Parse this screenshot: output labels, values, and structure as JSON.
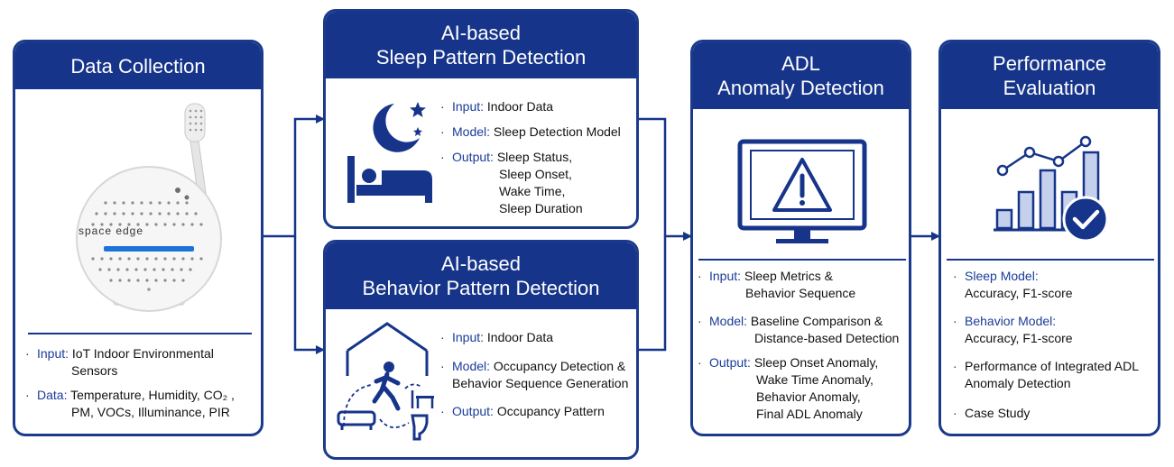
{
  "panels": {
    "data_collection": {
      "title": "Data Collection",
      "device_brand": "space edge",
      "input_label": "Input:",
      "input_text": "IoT Indoor Environmental",
      "input_text2": "Sensors",
      "data_label": "Data:",
      "data_text": "Temperature, Humidity, CO₂ ,",
      "data_text2": "PM, VOCs, Illuminance, PIR"
    },
    "sleep": {
      "title_line1": "AI-based",
      "title_line2": "Sleep Pattern Detection",
      "input_label": "Input:",
      "input_text": "Indoor Data",
      "model_label": "Model:",
      "model_text": "Sleep Detection Model",
      "output_label": "Output:",
      "output_items": [
        "Sleep Status,",
        "Sleep Onset,",
        "Wake Time,",
        "Sleep Duration"
      ]
    },
    "behavior": {
      "title_line1": "AI-based",
      "title_line2": "Behavior Pattern Detection",
      "input_label": "Input:",
      "input_text": "Indoor Data",
      "model_label": "Model:",
      "model_text": "Occupancy Detection &",
      "model_text2": "Behavior Sequence Generation",
      "output_label": "Output:",
      "output_text": "Occupancy Pattern"
    },
    "adl": {
      "title_line1": "ADL",
      "title_line2": "Anomaly Detection",
      "input_label": "Input:",
      "input_text": "Sleep Metrics &",
      "input_text2": "Behavior Sequence",
      "model_label": "Model:",
      "model_text": "Baseline Comparison &",
      "model_text2": "Distance-based Detection",
      "output_label": "Output:",
      "output_items": [
        "Sleep Onset Anomaly,",
        "Wake Time Anomaly,",
        "Behavior Anomaly,",
        "Final ADL Anomaly"
      ]
    },
    "performance": {
      "title_line1": "Performance",
      "title_line2": "Evaluation",
      "sleep_label": "Sleep Model:",
      "sleep_text": "Accuracy, F1-score",
      "behavior_label": "Behavior Model:",
      "behavior_text": "Accuracy, F1-score",
      "integrated_text": "Performance of Integrated ADL",
      "integrated_text2": "Anomaly Detection",
      "case_text": "Case Study"
    }
  },
  "bullet_glyph": "·",
  "colors": {
    "primary": "#16348a",
    "label": "#1a3c9a",
    "icon_fill": "#c5d0ec"
  }
}
